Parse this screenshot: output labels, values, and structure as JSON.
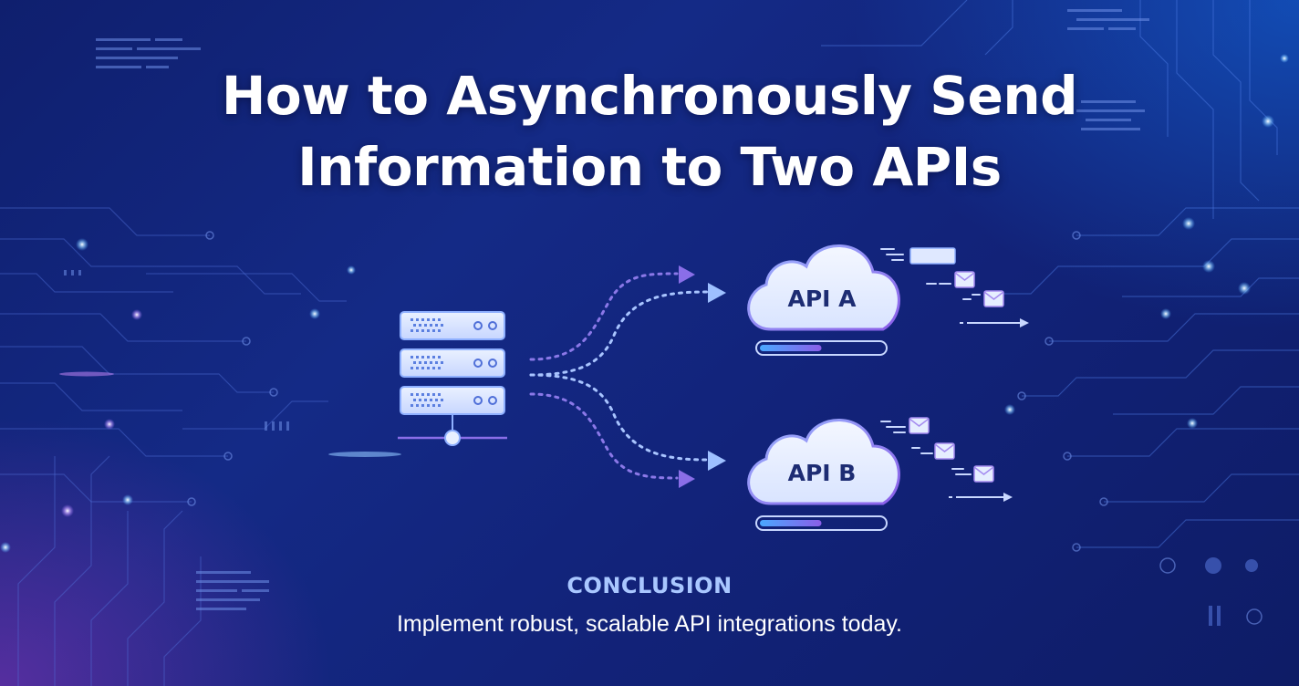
{
  "title": {
    "line1": "How to Asynchronously Send",
    "line2": "Information to Two APIs"
  },
  "diagram": {
    "source": {
      "icon": "server-stack-icon"
    },
    "targets": [
      {
        "label": "API A",
        "icon": "cloud-icon",
        "progress": 0.5
      },
      {
        "label": "API B",
        "icon": "cloud-icon",
        "progress": 0.5
      }
    ],
    "message_icon": "envelope-icon"
  },
  "conclusion": {
    "heading": "CONCLUSION",
    "text": "Implement robust, scalable API integrations today."
  },
  "colors": {
    "background_dark": "#0e1c66",
    "background_mid": "#142a86",
    "accent_purple": "#7a5ce6",
    "accent_blue": "#4aa8ff",
    "cloud_fill": "#e8f0ff",
    "heading_accent": "#a9c7ff"
  }
}
